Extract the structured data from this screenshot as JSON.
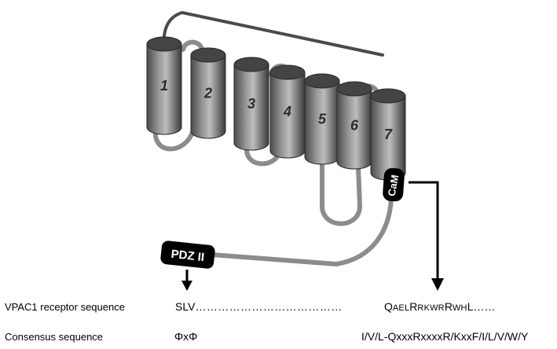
{
  "helices": [
    "1",
    "2",
    "3",
    "4",
    "5",
    "6",
    "7"
  ],
  "domains": {
    "cam": "CaM",
    "pdz": "PDZ II"
  },
  "rows": {
    "receptor": {
      "label": "VPAC1  receptor sequence",
      "pdz_motif": "SLV",
      "cam_motif": [
        "Q",
        "AEL",
        "R",
        "RKWR",
        "R",
        "WH",
        "L",
        "……"
      ],
      "dots": "…………………………………"
    },
    "consensus": {
      "label": "Consensus sequence",
      "pdz_motif": "ΦxΦ",
      "cam_motif": "I/V/L-QxxxRxxxxR/KxxF/I/L/V/W/Y"
    }
  },
  "colors": {
    "helix_light": "#b9b9b9",
    "helix_dark": "#3c3c3c",
    "loop": "#8c8c8c",
    "domain_fill": "#000000",
    "domain_text": "#ffffff"
  }
}
